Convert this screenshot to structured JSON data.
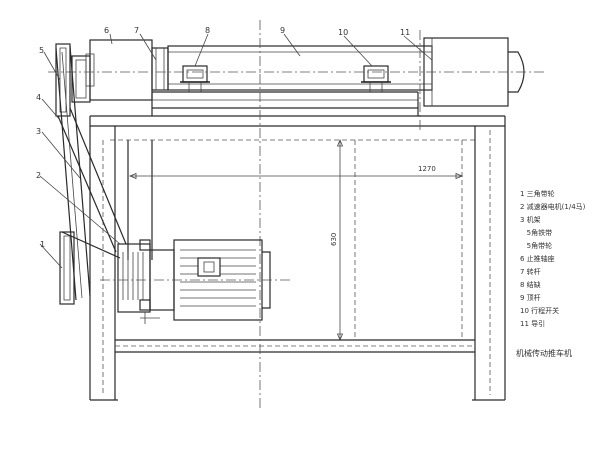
{
  "callouts": [
    "1",
    "2",
    "3",
    "4",
    "5",
    "6",
    "7",
    "8",
    "9",
    "10",
    "11"
  ],
  "dimensions": {
    "width": "1270",
    "height": "630"
  },
  "legend": [
    "1  三角带轮",
    "2  减速器电机(1/4马)",
    "3  机架",
    "   5角铁带",
    "   5角带轮",
    "6  止推轴座",
    "7  转杆",
    "8  结缺",
    "9  顶杆",
    "10  行程开关",
    "11  导引"
  ],
  "drawing_title": "机械传动推车机"
}
